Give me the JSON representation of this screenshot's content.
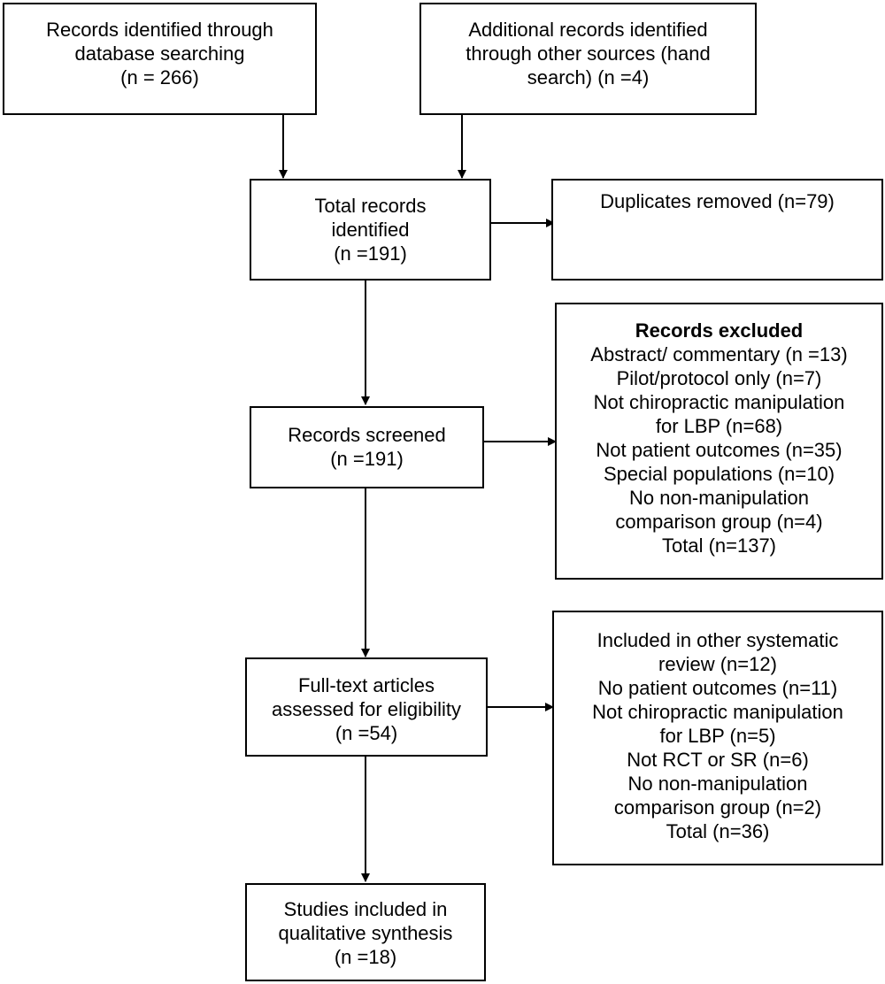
{
  "boxes": {
    "db_search": {
      "lines": [
        "Records identified through",
        "database searching",
        "(n = 266)"
      ]
    },
    "other_sources": {
      "lines": [
        "Additional records identified",
        "through other sources (hand",
        "search) (n =4)"
      ]
    },
    "total_records": {
      "lines": [
        "Total records",
        "identified",
        "(n =191)"
      ]
    },
    "duplicates": {
      "lines": [
        "Duplicates removed (n=79)"
      ]
    },
    "records_excluded": {
      "heading": "Records excluded",
      "lines": [
        "Abstract/ commentary (n =13)",
        "Pilot/protocol only (n=7)",
        "Not chiropractic manipulation",
        "for LBP (n=68)",
        "Not patient outcomes (n=35)",
        "Special populations (n=10)",
        "No non-manipulation",
        "comparison group (n=4)",
        "Total (n=137)"
      ]
    },
    "screened": {
      "lines": [
        "Records screened",
        "(n =191)"
      ]
    },
    "fulltext_excluded": {
      "lines": [
        "Included in other systematic",
        "review (n=12)",
        "No patient outcomes (n=11)",
        "Not chiropractic manipulation",
        "for LBP (n=5)",
        "Not RCT or SR (n=6)",
        "No non-manipulation",
        "comparison group (n=2)",
        "Total (n=36)"
      ]
    },
    "fulltext": {
      "lines": [
        "Full-text articles",
        "assessed for eligibility",
        "(n =54)"
      ]
    },
    "included": {
      "lines": [
        "Studies included in",
        "qualitative synthesis",
        "(n =18)"
      ]
    }
  }
}
